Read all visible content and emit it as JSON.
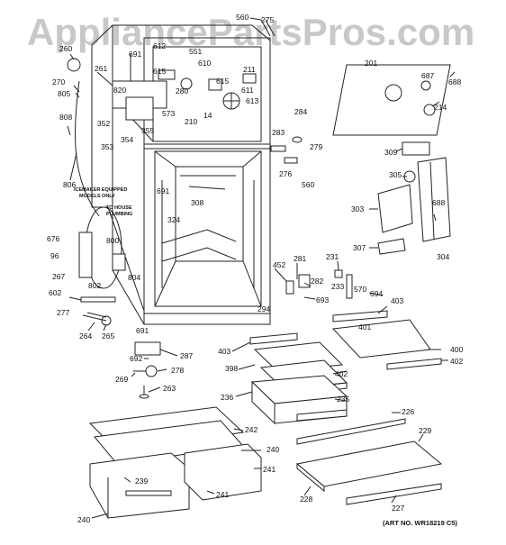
{
  "watermark": "AppliancePartsPros.com",
  "art_number": "(ART NO. WR18219 C5)",
  "notes": {
    "icemaker": [
      "ICEMAKER EQUIPPED",
      "MODELS ONLY"
    ],
    "plumbing": [
      "TO HOUSE",
      "PLUMBING"
    ]
  },
  "part_labels": {
    "p560a": "560",
    "p275": "275",
    "p260": "260",
    "p612": "612",
    "p551": "551",
    "p691a": "691",
    "p615a": "615",
    "p610": "610",
    "p261": "261",
    "p201": "201",
    "p687": "687",
    "p688a": "688",
    "p270": "270",
    "p211": "211",
    "p820": "820",
    "p280": "280",
    "p615b": "615",
    "p611": "611",
    "p805": "805",
    "p573": "573",
    "p613": "613",
    "p214": "214",
    "p210": "210",
    "p14": "14",
    "p284": "284",
    "p808": "808",
    "p352": "352",
    "p355": "355",
    "p353": "353",
    "p354": "354",
    "p283": "283",
    "p279": "279",
    "p309": "309",
    "p305": "305",
    "p806": "806",
    "p276": "276",
    "p560b": "560",
    "p691b": "691",
    "p308": "308",
    "p303": "303",
    "p688b": "688",
    "p324": "324",
    "p676": "676",
    "p800": "800",
    "p96": "96",
    "p281": "281",
    "p231": "231",
    "p307": "307",
    "p304": "304",
    "p452": "452",
    "p267": "267",
    "p804": "804",
    "p233": "233",
    "p570": "570",
    "p282": "282",
    "p802": "802",
    "p602": "602",
    "p694": "694",
    "p403a": "403",
    "p693": "693",
    "p294": "294",
    "p277": "277",
    "p401": "401",
    "p264": "264",
    "p265": "265",
    "p691c": "691",
    "p287": "287",
    "p403b": "403",
    "p400": "400",
    "p692": "692",
    "p402a": "402",
    "p278": "278",
    "p398": "398",
    "p402b": "402",
    "p269": "269",
    "p263": "263",
    "p236": "236",
    "p235": "235",
    "p226": "226",
    "p242": "242",
    "p240a": "240",
    "p229": "229",
    "p241a": "241",
    "p239": "239",
    "p241b": "241",
    "p228": "228",
    "p227": "227",
    "p240b": "240"
  }
}
